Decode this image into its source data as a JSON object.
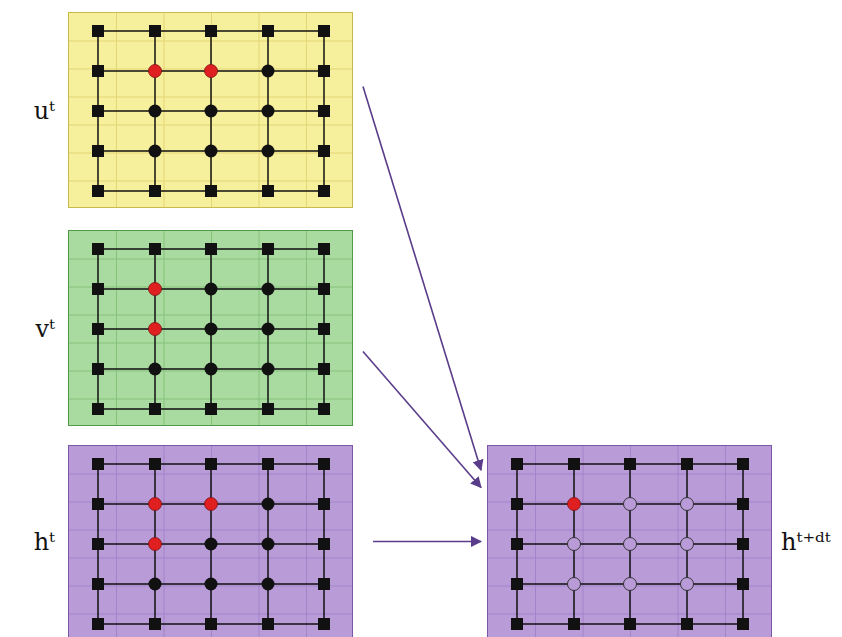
{
  "diagram": {
    "nodes": [
      {
        "text": [
          "uᵗ"
        ]
      },
      {
        "text": [
          "vᵗ"
        ]
      },
      {
        "text": [
          "hᵗ"
        ]
      },
      {
        "text": [
          "hᵗ⁺ᵈᵗ"
        ]
      }
    ],
    "edges": [
      {
        "from": 0,
        "to": 3,
        "arrow": "to"
      },
      {
        "from": 1,
        "to": 3,
        "arrow": "to"
      },
      {
        "from": 2,
        "to": 3,
        "arrow": "to"
      }
    ]
  }
}
